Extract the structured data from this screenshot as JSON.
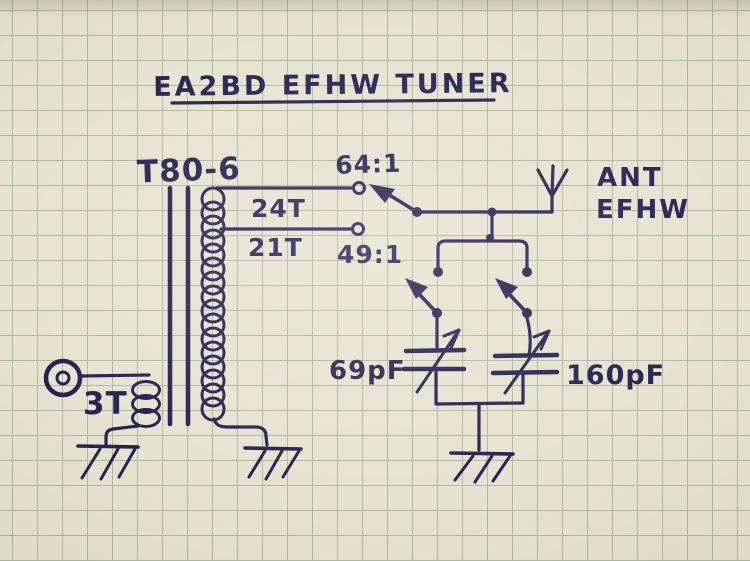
{
  "title": "EA2BD EFHW TUNER",
  "labels": {
    "transformer_core": "T80-6",
    "secondary_tap_upper": "24T",
    "secondary_tap_lower": "21T",
    "ratio_upper": "64:1",
    "ratio_lower": "49:1",
    "primary_turns": "3T",
    "antenna_line1": "ANT",
    "antenna_line2": "EFHW",
    "capacitor_left": "69pF",
    "capacitor_right": "160pF"
  },
  "icons": {
    "antenna-icon": "trident antenna symbol",
    "ground-icon": "hatched earth-ground symbol",
    "coax-connector-icon": "concentric circles coax input",
    "variable-capacitor-icon": "capacitor plates with diagonal arrow",
    "selector-switch-icon": "pivot dot with arrow arm",
    "coil-icon": "loops of inductor winding"
  },
  "colors": {
    "ink": "#262150",
    "paper": "#e7e3d2",
    "grid_line": "#abbaa2"
  }
}
